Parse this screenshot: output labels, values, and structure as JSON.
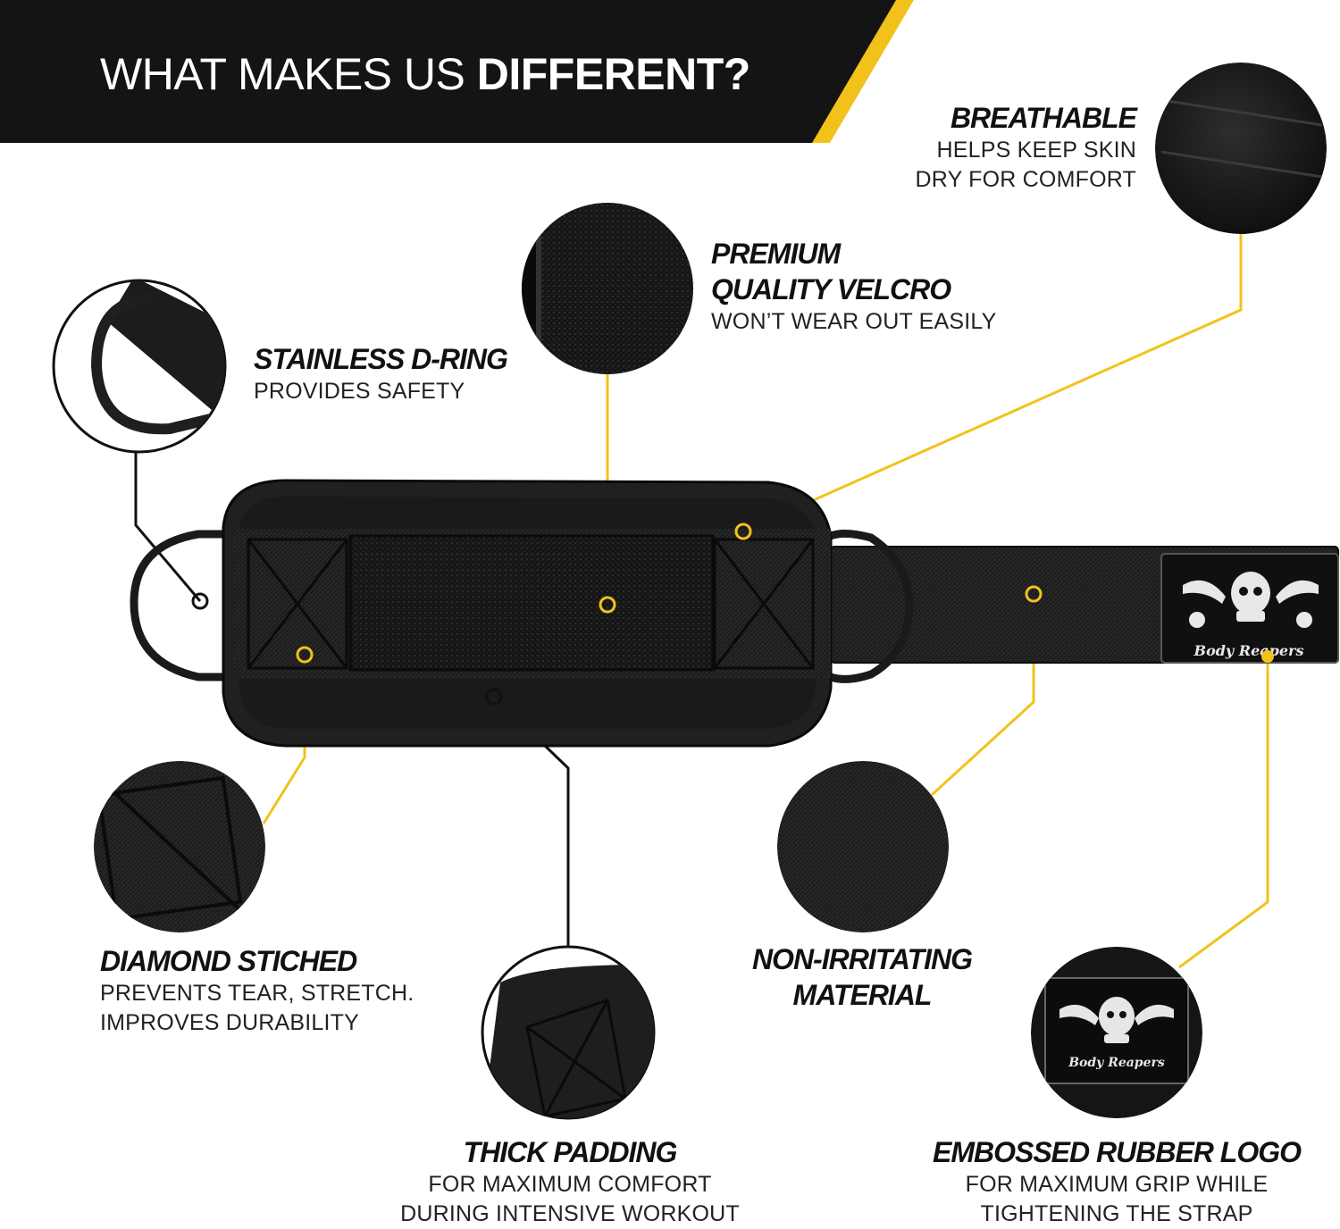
{
  "header": {
    "title_light": "WHAT MAKES US ",
    "title_bold": "DIFFERENT?"
  },
  "features": {
    "breathable": {
      "title": "BREATHABLE",
      "desc1": "HELPS KEEP SKIN",
      "desc2": "DRY FOR COMFORT"
    },
    "velcro": {
      "title1": "PREMIUM",
      "title2": "QUALITY VELCRO",
      "desc": "WON’T WEAR OUT EASILY"
    },
    "dring": {
      "title": "STAINLESS D-RING",
      "desc": "PROVIDES SAFETY"
    },
    "diamond": {
      "title": "DIAMOND STICHED",
      "desc1": "PREVENTS TEAR, STRETCH.",
      "desc2": "IMPROVES DURABILITY"
    },
    "nonirritating": {
      "title1": "NON-IRRITATING",
      "title2": "MATERIAL"
    },
    "padding": {
      "title": "THICK PADDING",
      "desc1": "FOR MAXIMUM COMFORT",
      "desc2": "DURING INTENSIVE WORKOUT"
    },
    "logo": {
      "title": "EMBOSSED RUBBER LOGO",
      "desc1": "FOR MAXIMUM GRIP WHILE",
      "desc2": "TIGHTENING THE STRAP"
    }
  },
  "brand": {
    "name": "Body Reapers"
  },
  "colors": {
    "accent": "#f2c21b",
    "dark": "#141414",
    "white": "#ffffff"
  }
}
